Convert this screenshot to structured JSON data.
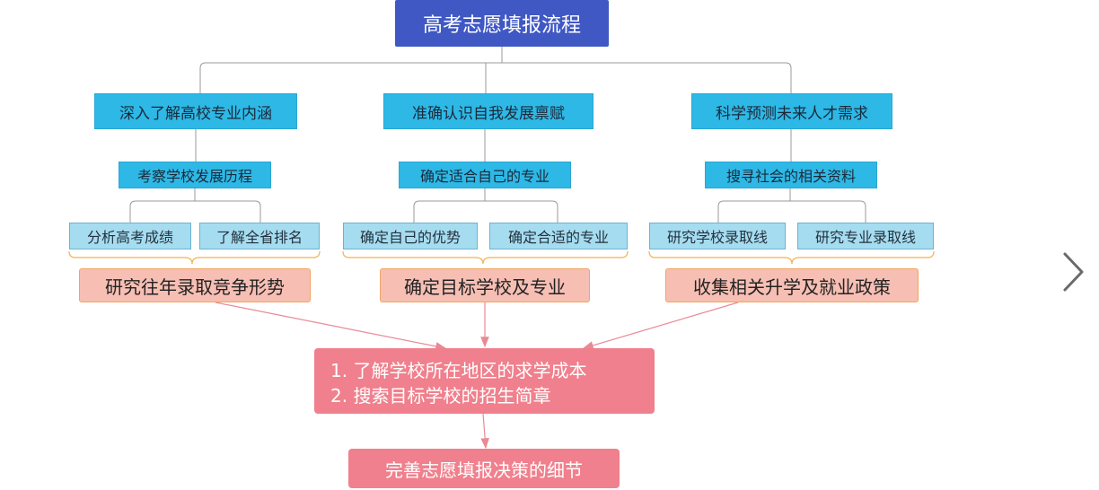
{
  "diagram": {
    "title": "高考志愿填报流程",
    "branches": [
      {
        "heading": "深入了解高校专业内涵",
        "sub": "考察学校发展历程",
        "leaves": [
          "分析高考成绩",
          "了解全省排名"
        ],
        "summary": "研究往年录取竞争形势"
      },
      {
        "heading": "准确认识自我发展禀赋",
        "sub": "确定适合自己的专业",
        "leaves": [
          "确定自己的优势",
          "确定合适的专业"
        ],
        "summary": "确定目标学校及专业"
      },
      {
        "heading": "科学预测未来人才需求",
        "sub": "搜寻社会的相关资料",
        "leaves": [
          "研究学校录取线",
          "研究专业录取线"
        ],
        "summary": "收集相关升学及就业政策"
      }
    ],
    "steps": [
      "1. 了解学校所在地区的求学成本",
      "2. 搜索目标学校的招生简章"
    ],
    "final": "完善志愿填报决策的细节"
  },
  "colors": {
    "root": "#4058c4",
    "level_box": "#2eb8e6",
    "leaf_box": "#a5dcf0",
    "summary_box": "#f7bfb4",
    "final_box": "#f0808d",
    "connector": "#9a9a9a",
    "arrow": "#e88a95"
  },
  "nav": {
    "next_icon": "chevron-right-icon"
  }
}
